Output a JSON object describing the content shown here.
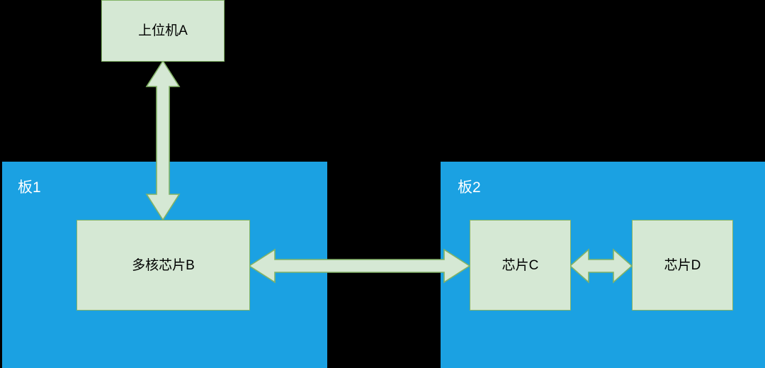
{
  "diagram": {
    "title": "board-communication-block-diagram",
    "background_color": "#000000",
    "board_color": "#1ba1e2",
    "node_fill": "#d5e8d4",
    "node_stroke": "#82b366",
    "board_label_color": "#ffffff",
    "node_label_color": "#000000"
  },
  "boards": [
    {
      "id": "board1",
      "label": "板1"
    },
    {
      "id": "board2",
      "label": "板2"
    }
  ],
  "nodes": [
    {
      "id": "host",
      "label": "上位机A"
    },
    {
      "id": "chipB",
      "label": "多核芯片B"
    },
    {
      "id": "chipC",
      "label": "芯片C"
    },
    {
      "id": "chipD",
      "label": "芯片D"
    }
  ],
  "connections": [
    {
      "id": "host-chipB",
      "from": "上位机A",
      "to": "多核芯片B",
      "direction": "bidirectional",
      "orientation": "vertical"
    },
    {
      "id": "chipB-chipC",
      "from": "多核芯片B",
      "to": "芯片C",
      "direction": "bidirectional",
      "orientation": "horizontal"
    },
    {
      "id": "chipC-chipD",
      "from": "芯片C",
      "to": "芯片D",
      "direction": "bidirectional",
      "orientation": "horizontal"
    }
  ]
}
